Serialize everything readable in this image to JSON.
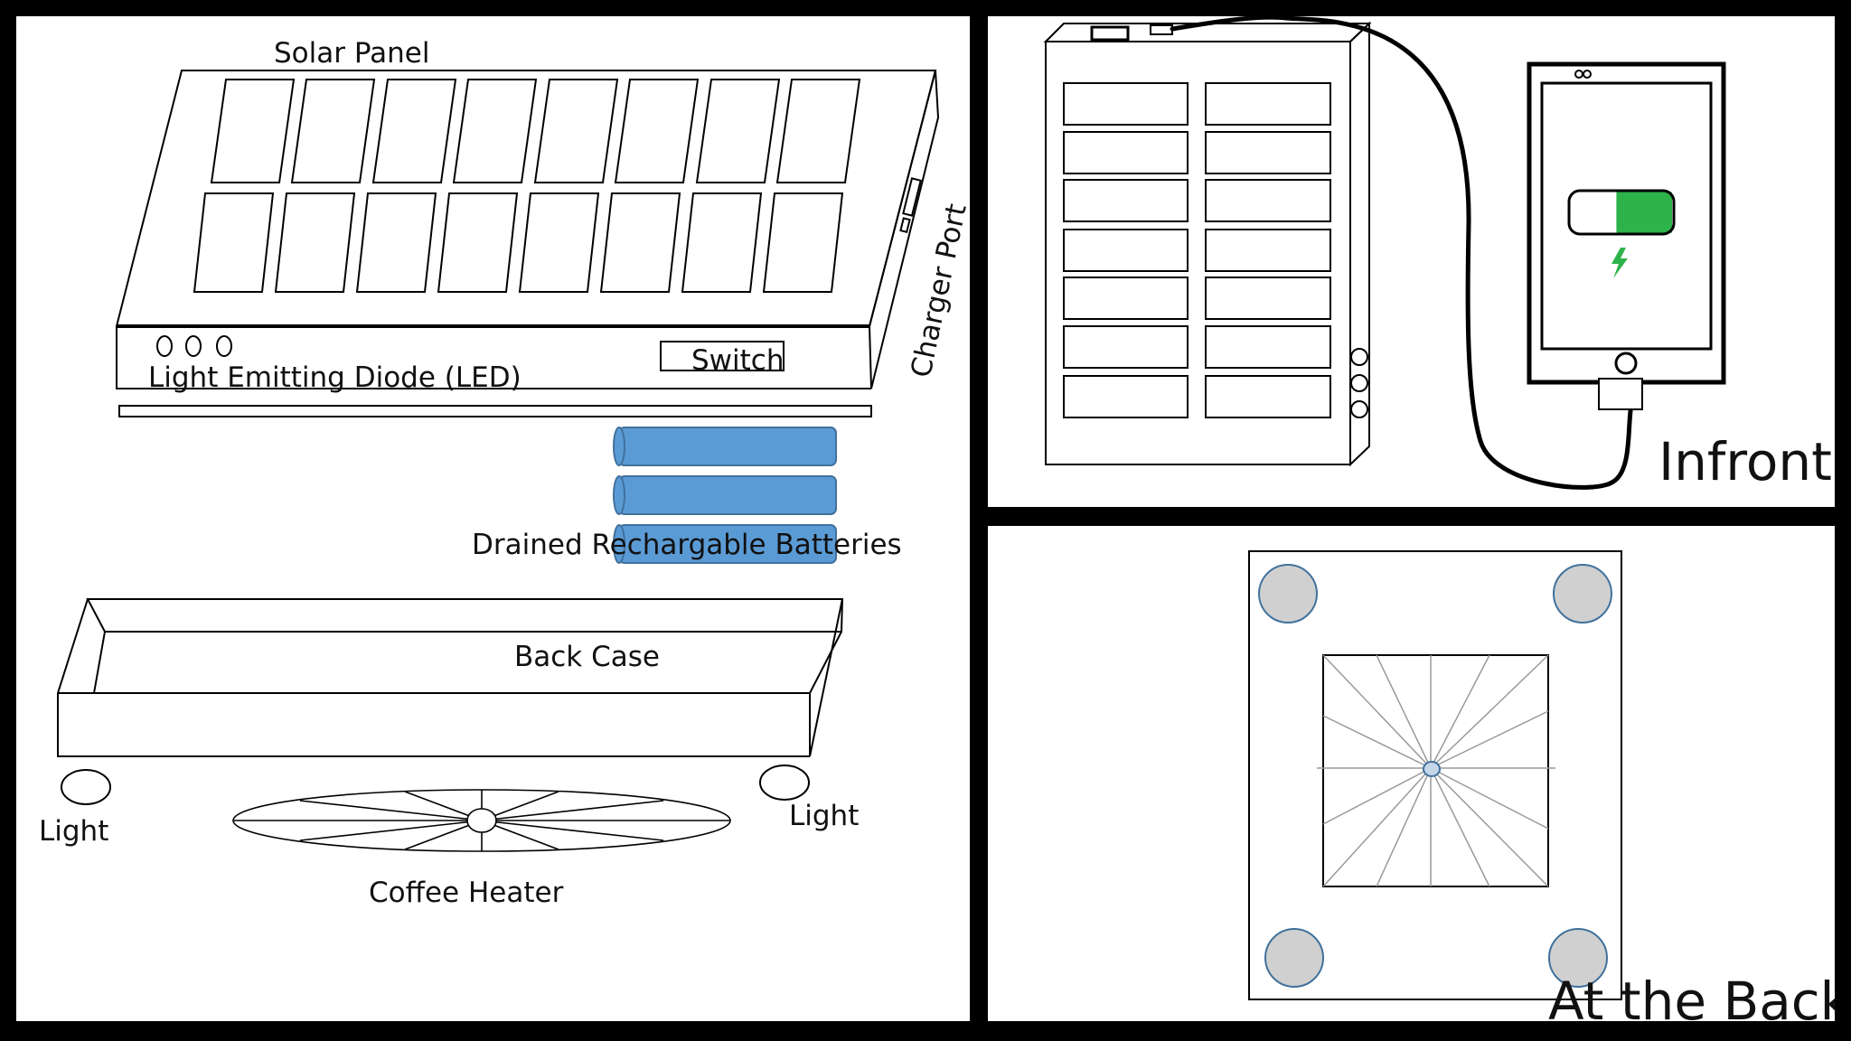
{
  "diagram": {
    "labels": {
      "solar_panel": "Solar Panel",
      "led": "Light Emitting Diode (LED)",
      "switch": "Switch",
      "charger_port": "Charger Port",
      "batteries": "Drained Rechargable Batteries",
      "back_case": "Back Case",
      "light_left": "Light",
      "light_right": "Light",
      "coffee_heater": "Coffee Heater",
      "infront": "Infront",
      "at_the_back": "At the Back"
    },
    "colors": {
      "panel_bg": "#ffffff",
      "border": "#000000",
      "battery_fill": "#5b9bd5",
      "battery_stroke": "#41719c",
      "charge_green": "#2db34a",
      "leg_fill": "#d0d0d0",
      "leg_stroke": "#41719c",
      "spoke_gray": "#9a9a9a"
    },
    "phone": {
      "battery_level": 0.55,
      "icon": "lightning-bolt-icon"
    }
  }
}
